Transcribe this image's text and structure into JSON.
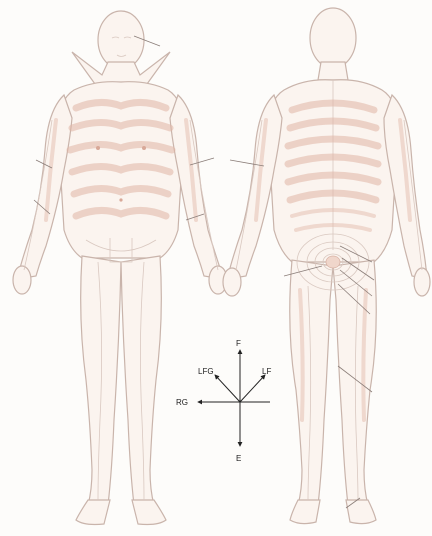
{
  "compass": {
    "labels": {
      "top": "F",
      "upper_left": "LFG",
      "upper_right": "LF",
      "left": "RG",
      "bottom": "E"
    }
  },
  "colors": {
    "skin": "#fbf4ef",
    "outline": "#c9b4ab",
    "band": "#e0b4a4",
    "axis": "#222222"
  }
}
